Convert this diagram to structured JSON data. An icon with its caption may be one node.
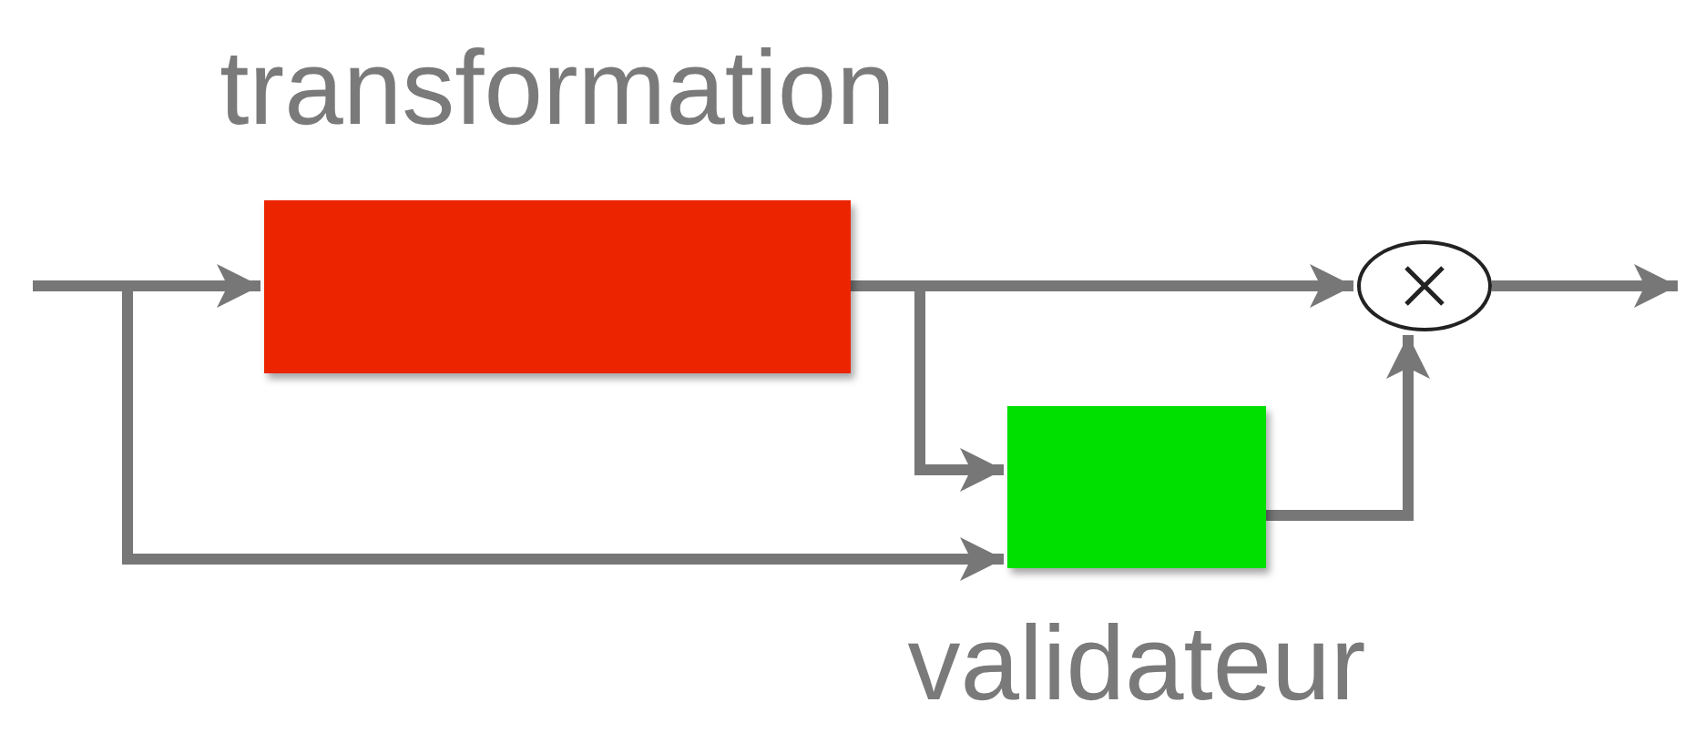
{
  "diagram": {
    "nodes": [
      {
        "text": [
          "transformation"
        ]
      },
      {
        "text": [
          "validateur"
        ]
      },
      {
        "text": [],
        "shape": "circle"
      }
    ],
    "edges": [
      {
        "from": null,
        "to": 0,
        "arrow": "to"
      },
      {
        "from": null,
        "to": 1,
        "arrow": "to"
      },
      {
        "from": 0,
        "to": 2,
        "arrow": "to"
      },
      {
        "from": 0,
        "to": 1,
        "arrow": "to"
      },
      {
        "from": 1,
        "to": 2,
        "arrow": "to"
      },
      {
        "from": 2,
        "to": null,
        "arrow": "to"
      }
    ]
  }
}
